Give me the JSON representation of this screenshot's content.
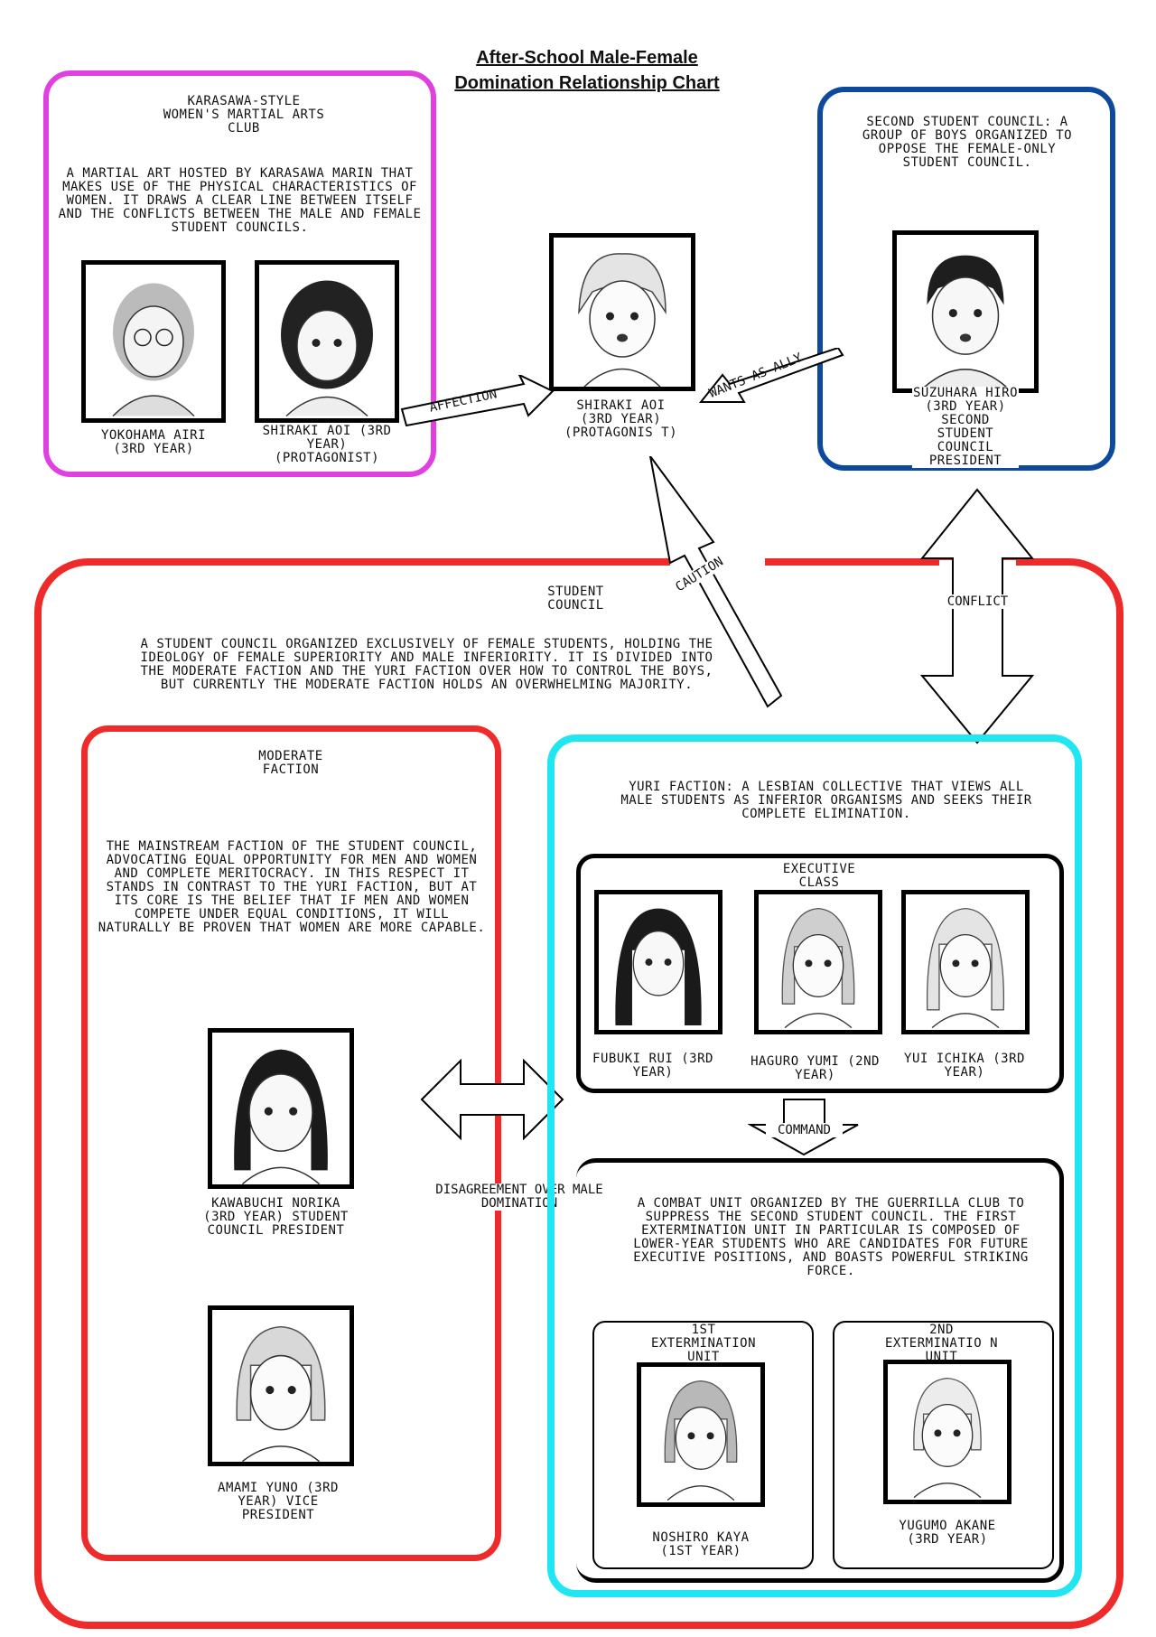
{
  "title": {
    "line1": "After-School Male-Female",
    "line2": "Domination Relationship Chart"
  },
  "karasawa_club": {
    "heading": "Karasawa-Style Women's Martial Arts Club",
    "description": "A martial art hosted by Karasawa Marin that makes use of the physical characteristics of women. It draws a clear line between itself and the conflicts between the male and female student councils.",
    "member1": "Yokohama Airi (3rd year)",
    "member2": "Shiraki Aoi (3rd year) (protagonist)"
  },
  "protagonist": {
    "caption": "Shiraki Aoi (3rd year) (protagonis t)"
  },
  "second_council": {
    "description": "Second Student Council: A group of boys organized to oppose the female-only student council.",
    "member": "Suzuhara Hiro (3rd year) Second Student Council President"
  },
  "student_council": {
    "heading": "Student Council",
    "description": "A student council organized exclusively of female students, holding the ideology of female superiority and male inferiority. It is divided into the moderate faction and the yuri faction over how to control the boys, but currently the moderate faction holds an overwhelming majority."
  },
  "moderate": {
    "heading": "Moderate Faction",
    "description": "The mainstream faction of the student council, advocating equal opportunity for men and women and complete meritocracy. In this respect it stands in contrast to the yuri faction, but at its core is the belief that if men and women compete under equal conditions, it will naturally be proven that women are more capable.",
    "member1": "Kawabuchi Norika (3rd year) Student Council President",
    "member2": "Amami Yuno (3rd year) Vice President"
  },
  "yuri": {
    "description": "Yuri Faction: A lesbian collective that views all male students as inferior organisms and seeks their complete elimination.",
    "exec_heading": "Executive Class",
    "exec1": "Fubuki Rui (3rd year)",
    "exec2": "Haguro Yumi (2nd year)",
    "exec3": "Yui Ichika (3rd year)",
    "combat_description": "A combat unit organized by the guerrilla club to suppress the second student council. The first extermination unit in particular is composed of lower-year students who are candidates for future executive positions, and boasts powerful striking force.",
    "unit1_heading": "1st Extermination Unit",
    "unit1_member": "Noshiro Kaya (1st year)",
    "unit2_heading": "2nd Exterminatio n Unit",
    "unit2_member": "Yugumo Akane (3rd year)"
  },
  "relations": {
    "affection": "Affection",
    "wants_as_ally": "Wants as ally",
    "caution": "Caution",
    "conflict": "Conflict",
    "disagreement": "Disagreement over male domination",
    "command": "Command"
  },
  "colors": {
    "magenta": "#e040e0",
    "blue": "#0d4a9e",
    "red": "#ee2a2a",
    "cyan": "#1fe6f0",
    "black": "#000000"
  }
}
